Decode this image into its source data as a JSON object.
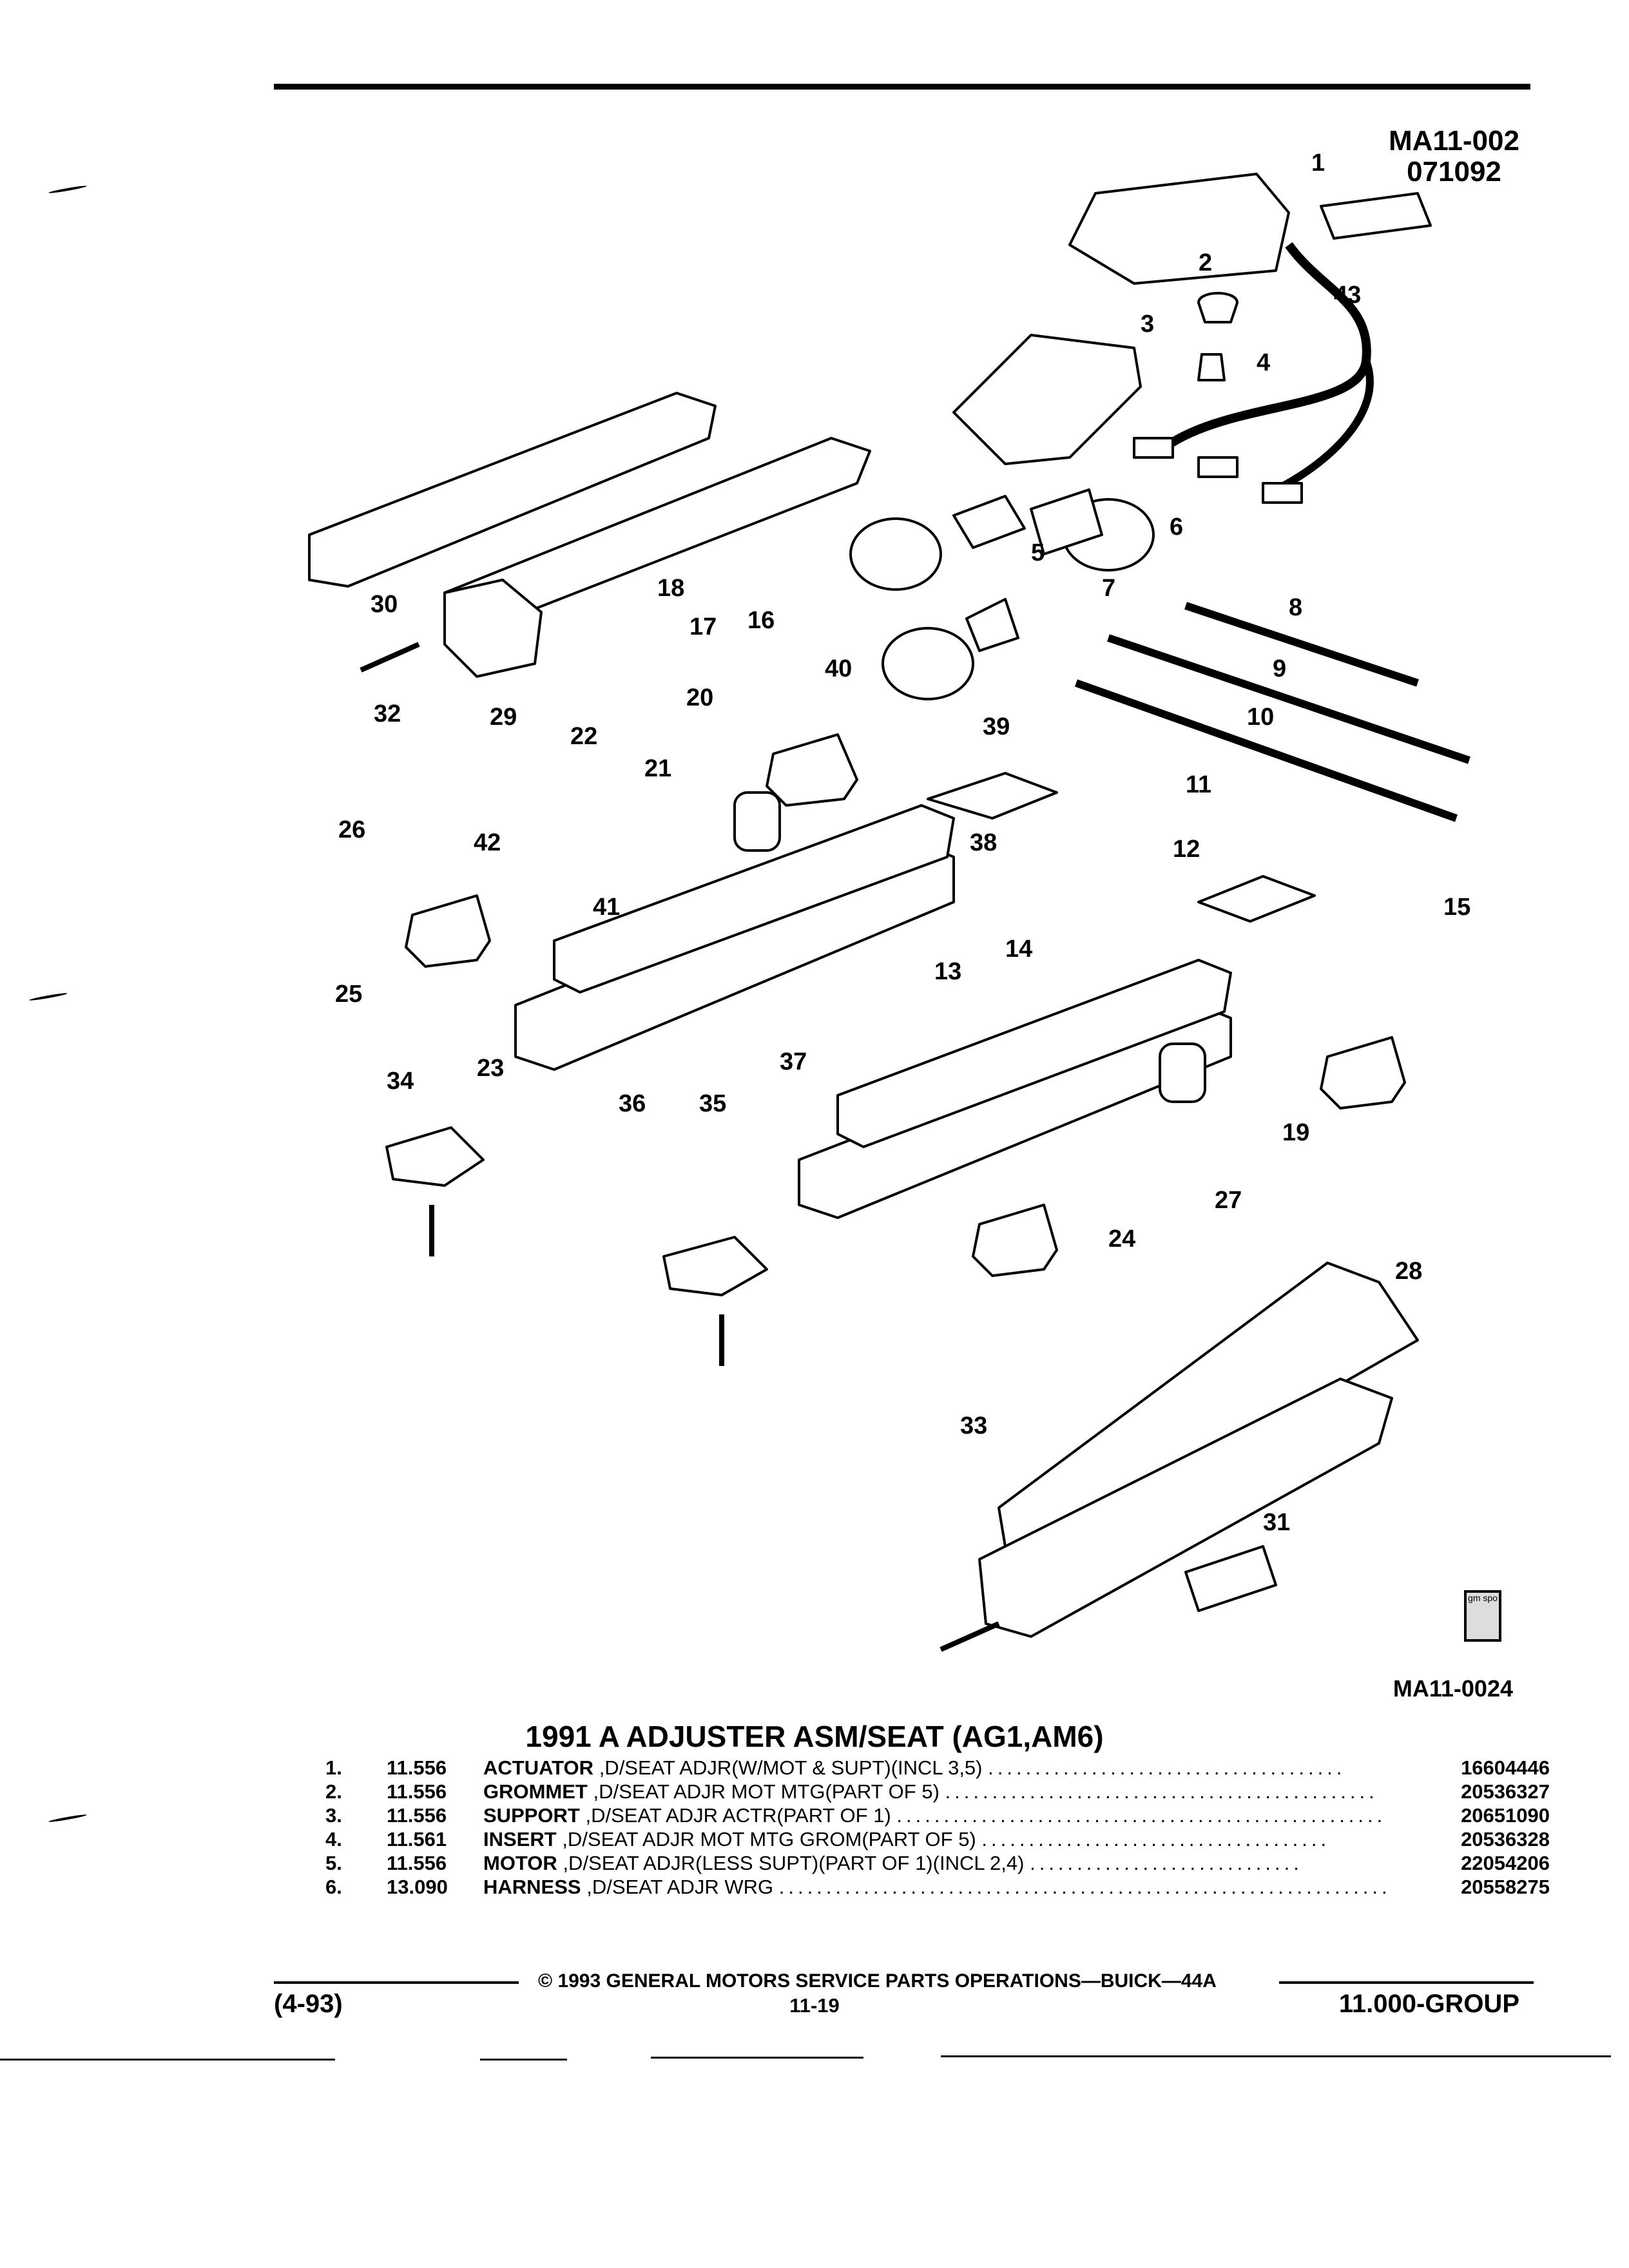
{
  "diagram_ids": {
    "code": "MA11-002",
    "date": "071092"
  },
  "callouts": [
    "1",
    "2",
    "3",
    "4",
    "5",
    "6",
    "7",
    "8",
    "9",
    "10",
    "11",
    "12",
    "13",
    "14",
    "15",
    "16",
    "17",
    "18",
    "19",
    "20",
    "21",
    "22",
    "23",
    "24",
    "25",
    "26",
    "27",
    "28",
    "29",
    "30",
    "31",
    "32",
    "33",
    "34",
    "35",
    "36",
    "37",
    "38",
    "39",
    "40",
    "41",
    "42",
    "43"
  ],
  "figure_code": "MA11-0024",
  "logo_text": "gm spo",
  "title": "1991 A ADJUSTER ASM/SEAT (AG1,AM6)",
  "parts": [
    {
      "num": "1.",
      "code": "11.556",
      "name": "ACTUATOR",
      "note": ",D/SEAT ADJR(W/MOT & SUPT)(INCL 3,5)",
      "pn": "16604446"
    },
    {
      "num": "2.",
      "code": "11.556",
      "name": "GROMMET",
      "note": ",D/SEAT ADJR MOT MTG(PART OF 5)",
      "pn": "20536327"
    },
    {
      "num": "3.",
      "code": "11.556",
      "name": "SUPPORT",
      "note": ",D/SEAT ADJR ACTR(PART OF 1)",
      "pn": "20651090"
    },
    {
      "num": "4.",
      "code": "11.561",
      "name": "INSERT",
      "note": ",D/SEAT ADJR MOT MTG GROM(PART OF 5)",
      "pn": "20536328"
    },
    {
      "num": "5.",
      "code": "11.556",
      "name": "MOTOR",
      "note": ",D/SEAT ADJR(LESS SUPT)(PART OF 1)(INCL 2,4)",
      "pn": "22054206"
    },
    {
      "num": "6.",
      "code": "13.090",
      "name": "HARNESS",
      "note": ",D/SEAT ADJR WRG",
      "pn": "20558275"
    }
  ],
  "footer": {
    "copyright": "© 1993 GENERAL MOTORS SERVICE PARTS OPERATIONS—BUICK—44A",
    "date": "(4-93)",
    "page": "11-19",
    "group": "11.000-GROUP"
  }
}
